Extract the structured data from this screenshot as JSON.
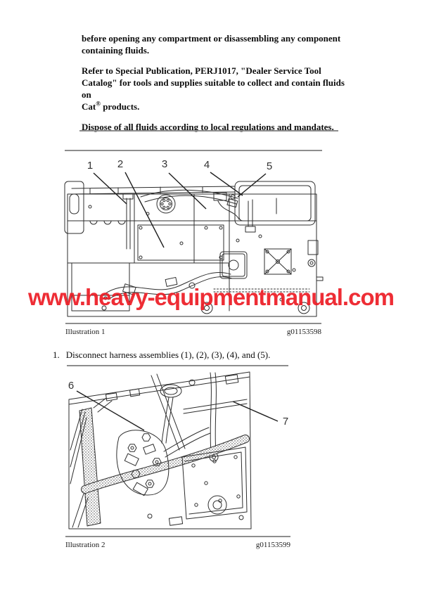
{
  "intro": {
    "p1": "before opening any compartment or disassembling any component\ncontaining fluids.",
    "p2_pre": "Refer to Special Publication, PERJ1017, \"Dealer Service Tool\nCatalog\" for tools and supplies suitable to collect and contain fluids on\nCat",
    "p2_sup": "®",
    "p2_post": " products.",
    "p3": "Dispose of all fluids according to local regulations and mandates."
  },
  "step1": {
    "number": "1.",
    "text": "Disconnect harness assemblies (1), (2), (3), (4), and (5)."
  },
  "illustration1": {
    "caption": "Illustration 1",
    "figure_id": "g01153598",
    "callouts": [
      "1",
      "2",
      "3",
      "4",
      "5"
    ]
  },
  "illustration2": {
    "caption": "Illustration 2",
    "figure_id": "g01153599",
    "callouts": [
      "6",
      "7"
    ]
  },
  "watermark": {
    "text": "www.heavy-equipmentmanual.com",
    "color": "#ed1c24"
  },
  "colors": {
    "line_art": "#2d2d2d",
    "separator": "#8d8d8d"
  }
}
